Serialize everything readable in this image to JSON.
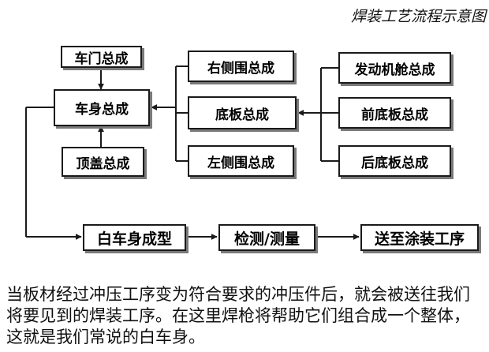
{
  "title": "焊装工艺流程示意图",
  "nodes": {
    "door_assembly": "车门总成",
    "body_assembly": "车身总成",
    "roof_assembly": "顶盖总成",
    "right_side_assembly": "右侧围总成",
    "floor_assembly": "底板总成",
    "left_side_assembly": "左侧围总成",
    "engine_bay_assembly": "发动机舱总成",
    "front_floor_assembly": "前底板总成",
    "rear_floor_assembly": "后底板总成",
    "body_in_white": "白车身成型",
    "inspection": "检测/测量",
    "to_painting": "送至涂装工序"
  },
  "caption": "当板材经过冲压工序变为符合要求的冲压件后，就会被送往我们将要见到的焊装工序。在这里焊枪将帮助它们组合成一个整体，这就是我们常说的白车身。"
}
